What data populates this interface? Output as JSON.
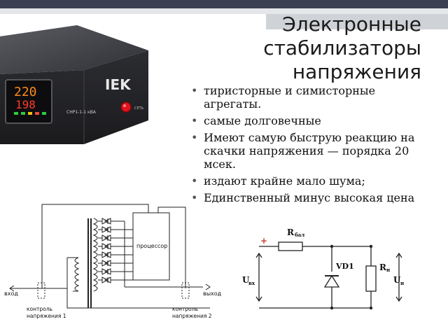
{
  "slide": {
    "title_lines": [
      "Электронные",
      "стабилизаторы",
      "напряжения"
    ],
    "bullets": [
      "тиристорные и симисторные агрегаты.",
      "самые долговечные",
      "Имеют самую быструю реакцию на скачки напряжения — порядка 20 мсек.",
      " издают крайне мало шума;",
      "Единственный минус высокая цена"
    ]
  },
  "device_photo": {
    "brand": "IEK",
    "model": "СНР1-1-1 кВА",
    "display_top": "220",
    "display_bottom": "198",
    "button_label": "СЕТЬ"
  },
  "circuit1": {
    "processor_label": "процессор",
    "input_label": "вход",
    "output_label": "выход",
    "control1_label": [
      "контроль",
      "напряжения 1"
    ],
    "control2_label": [
      "контроль",
      "напряжения 2"
    ]
  },
  "circuit2": {
    "r_ballast": "R",
    "r_ballast_sub": "бал",
    "diode": "VD1",
    "r_load": "R",
    "r_load_sub": "н",
    "u_in": "U",
    "u_in_sub": "вх",
    "u_out": "U",
    "u_out_sub": "н",
    "plus": "+"
  },
  "colors": {
    "topbar": "#3a3f52",
    "title_tab": "#cfd2d6",
    "device_body": "#2b2b2d",
    "led_red": "#e0141e"
  }
}
